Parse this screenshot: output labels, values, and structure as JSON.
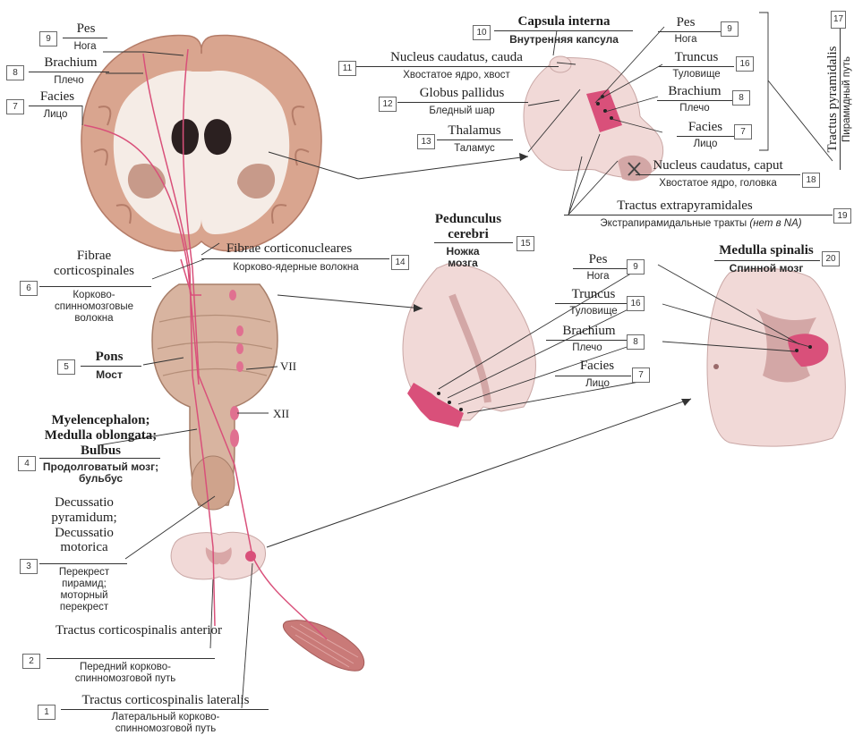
{
  "labels": {
    "pes_left": {
      "num": "9",
      "lat": "Pes",
      "rus": "Нога"
    },
    "brachium_left": {
      "num": "8",
      "lat": "Brachium",
      "rus": "Плечо"
    },
    "facies_left": {
      "num": "7",
      "lat": "Facies",
      "rus": "Лицо"
    },
    "fibrae_corticospinales": {
      "num": "6",
      "lat": "Fibrae corticospinales",
      "rus": "Корково-спинномозговые волокна"
    },
    "pons": {
      "num": "5",
      "lat": "Pons",
      "rus": "Мост"
    },
    "myelencephalon": {
      "num": "4",
      "lat": "Myelencephalon; Medulla oblongata; Bulbus",
      "rus": "Продолговатый мозг; бульбус"
    },
    "decussatio": {
      "num": "3",
      "lat": "Decussatio pyramidum; Decussatio motorica",
      "rus": "Перекрест пирамид; моторный перекрест"
    },
    "tractus_anterior": {
      "num": "2",
      "lat": "Tractus corticospinalis anterior",
      "rus": "Передний корково-спинномозговой путь"
    },
    "tractus_lateralis": {
      "num": "1",
      "lat": "Tractus corticospinalis lateralis",
      "rus": "Латеральный корково-спинномозговой путь"
    },
    "capsula_interna": {
      "num": "10",
      "lat": "Capsula interna",
      "rus": "Внутренняя капсула"
    },
    "nucleus_cauda": {
      "num": "11",
      "lat": "Nucleus caudatus, cauda",
      "rus": "Хвостатое ядро, хвост"
    },
    "globus_pallidus": {
      "num": "12",
      "lat": "Globus pallidus",
      "rus": "Бледный шар"
    },
    "thalamus": {
      "num": "13",
      "lat": "Thalamus",
      "rus": "Таламус"
    },
    "fibrae_corticonucleares": {
      "num": "14",
      "lat": "Fibrae corticonucleares",
      "rus": "Корково-ядерные волокна"
    },
    "pedunculus": {
      "num": "15",
      "lat": "Pedunculus cerebri",
      "rus": "Ножка мозга"
    },
    "pes_right": {
      "num": "9",
      "lat": "Pes",
      "rus": "Нога"
    },
    "truncus_right": {
      "num": "16",
      "lat": "Truncus",
      "rus": "Туловище"
    },
    "brachium_right": {
      "num": "8",
      "lat": "Brachium",
      "rus": "Плечо"
    },
    "facies_right": {
      "num": "7",
      "lat": "Facies",
      "rus": "Лицо"
    },
    "tractus_pyramidalis": {
      "num": "17",
      "lat": "Tractus pyramidalis",
      "rus": "Пирамидный путь"
    },
    "nucleus_caput": {
      "num": "18",
      "lat": "Nucleus caudatus, caput",
      "rus": "Хвостатое ядро, головка"
    },
    "tractus_extrapyramidales": {
      "num": "19",
      "lat": "Tractus extrapyramidales",
      "rus": "Экстрапирамидальные тракты",
      "rus_note": "(нет в NA)"
    },
    "pes_mid": {
      "num": "9",
      "lat": "Pes",
      "rus": "Нога"
    },
    "truncus_mid": {
      "num": "16",
      "lat": "Truncus",
      "rus": "Туловище"
    },
    "brachium_mid": {
      "num": "8",
      "lat": "Brachium",
      "rus": "Плечо"
    },
    "facies_mid": {
      "num": "7",
      "lat": "Facies",
      "rus": "Лицо"
    },
    "medulla_spinalis": {
      "num": "20",
      "lat": "Medulla spinalis",
      "rus": "Спинной мозг"
    }
  },
  "cranial_nerves": {
    "vii": "VII",
    "xii": "XII"
  },
  "colors": {
    "tract": "#d9507a",
    "tissue": "#f1d9d7",
    "tissue_dark": "#d3a7a6",
    "brainstem": "#d8b4a0",
    "cortex": "#d9a58f",
    "white_matter": "#f5ece6"
  }
}
